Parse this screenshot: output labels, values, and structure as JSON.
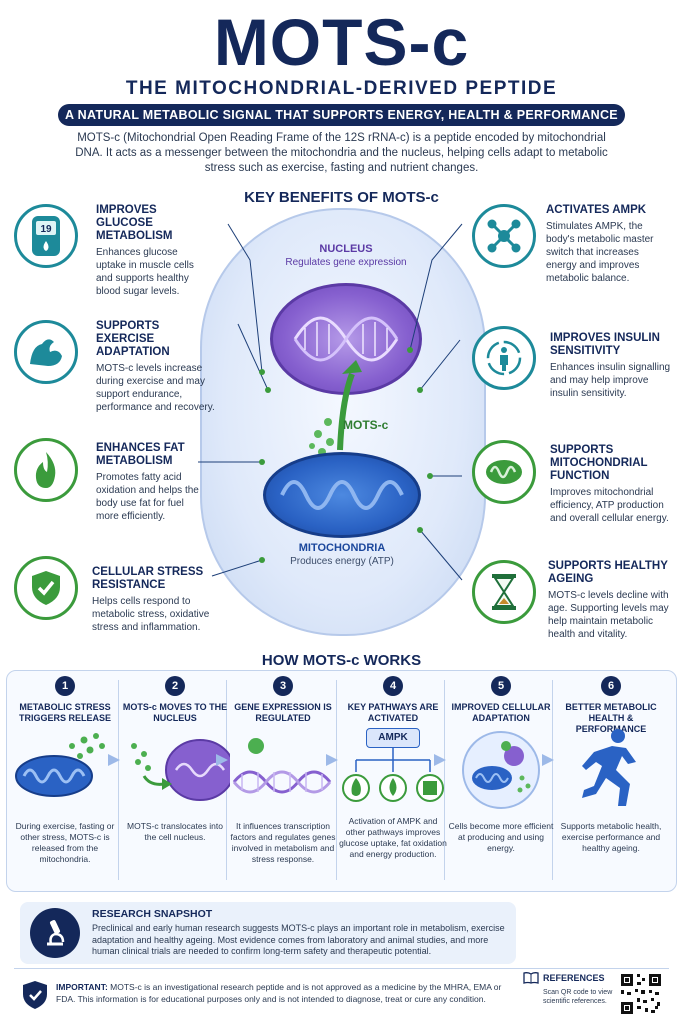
{
  "header": {
    "title": "MOTS-c",
    "subtitle": "THE MITOCHONDRIAL-DERIVED PEPTIDE",
    "banner": "A NATURAL METABOLIC SIGNAL THAT SUPPORTS ENERGY, HEALTH & PERFORMANCE",
    "intro": "MOTS-c (Mitochondrial Open Reading Frame of the 12S rRNA-c) is a peptide encoded by mitochondrial DNA. It acts as a messenger between the mitochondria and the nucleus, helping cells adapt to metabolic stress such as exercise, fasting and nutrient changes."
  },
  "benefits_heading": "KEY BENEFITS OF MOTS-c",
  "cell": {
    "nucleus_label": "NUCLEUS",
    "nucleus_sub": "Regulates gene expression",
    "peptide_label": "MOTS-c",
    "mito_label": "MITOCHONDRIA",
    "mito_sub": "Produces energy (ATP)"
  },
  "benefits_left": [
    {
      "title": "IMPROVES GLUCOSE METABOLISM",
      "text": "Enhances glucose uptake in muscle cells and supports healthy blood sugar levels.",
      "icon": "glucose-meter-icon",
      "glucose_reading": "19"
    },
    {
      "title": "SUPPORTS EXERCISE ADAPTATION",
      "text": "MOTS-c levels increase during exercise and may support endurance, performance and recovery.",
      "icon": "flexed-arm-icon"
    },
    {
      "title": "ENHANCES FAT METABOLISM",
      "text": "Promotes fatty acid oxidation and helps the body use fat for fuel more efficiently.",
      "icon": "flame-icon"
    },
    {
      "title": "CELLULAR STRESS RESISTANCE",
      "text": "Helps cells respond to metabolic stress, oxidative stress and inflammation.",
      "icon": "shield-check-icon"
    }
  ],
  "benefits_right": [
    {
      "title": "ACTIVATES AMPK",
      "text": "Stimulates AMPK, the body's metabolic master switch that increases energy and improves metabolic balance.",
      "icon": "molecule-icon"
    },
    {
      "title": "IMPROVES INSULIN SENSITIVITY",
      "text": "Enhances insulin signalling and may help improve insulin sensitivity.",
      "icon": "person-cycle-icon"
    },
    {
      "title": "SUPPORTS MITOCHONDRIAL FUNCTION",
      "text": "Improves mitochondrial efficiency, ATP production and overall cellular energy.",
      "icon": "mitochondria-icon"
    },
    {
      "title": "SUPPORTS HEALTHY AGEING",
      "text": "MOTS-c levels decline with age. Supporting levels may help maintain metabolic health and vitality.",
      "icon": "hourglass-icon"
    }
  ],
  "how_heading": "HOW MOTS-c WORKS",
  "steps": [
    {
      "num": "1",
      "title": "METABOLIC STRESS TRIGGERS RELEASE",
      "text": "During exercise, fasting or other stress, MOTS-c is released from the mitochondria."
    },
    {
      "num": "2",
      "title": "MOTS-c MOVES TO THE NUCLEUS",
      "text": "MOTS-c translocates into the cell nucleus."
    },
    {
      "num": "3",
      "title": "GENE EXPRESSION IS REGULATED",
      "text": "It influences transcription factors and regulates genes involved in metabolism and stress response."
    },
    {
      "num": "4",
      "title": "KEY PATHWAYS ARE ACTIVATED",
      "text": "Activation of AMPK and other pathways improves glucose uptake, fat oxidation and energy production.",
      "badge": "AMPK"
    },
    {
      "num": "5",
      "title": "IMPROVED CELLULAR ADAPTATION",
      "text": "Cells become more efficient at producing and using energy."
    },
    {
      "num": "6",
      "title": "BETTER METABOLIC HEALTH & PERFORMANCE",
      "text": "Supports metabolic health, exercise performance and healthy ageing."
    }
  ],
  "research": {
    "title": "RESEARCH SNAPSHOT",
    "text": "Preclinical and early human research suggests MOTS-c plays an important role in metabolism, exercise adaptation and healthy ageing. Most evidence comes from laboratory and animal studies, and more human clinical trials are needed to confirm long-term safety and therapeutic potential."
  },
  "footer": {
    "important_label": "IMPORTANT:",
    "important_text": "MOTS-c is an investigational research peptide and is not approved as a medicine by the MHRA, EMA or FDA. This information is for educational purposes only and is not intended to diagnose, treat or cure any condition.",
    "refs_title": "REFERENCES",
    "refs_text": "Scan QR code to view scientific references."
  },
  "colors": {
    "navy": "#14285a",
    "blue": "#2a62c4",
    "purple": "#8660cf",
    "green": "#3b9b3c",
    "teal": "#1d8a9a"
  }
}
